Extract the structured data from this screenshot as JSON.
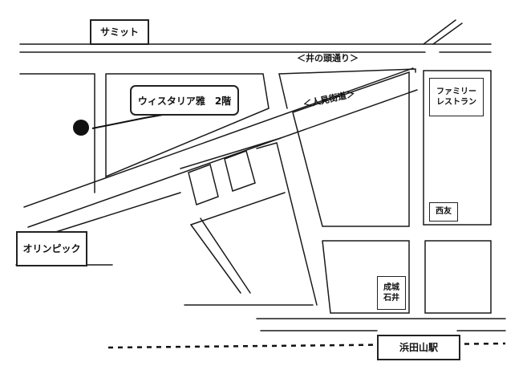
{
  "title": "",
  "roads": {
    "inokashira": "＜井の頭通り＞",
    "hitomi_kaido": "＜人見街道＞"
  },
  "landmarks": {
    "summit": "サミット",
    "olympic": "オリンピック",
    "family_restaurant_line1": "ファミリー",
    "family_restaurant_line2": "レストラン",
    "seiyu": "西友",
    "seijo_ishii_line1": "成城",
    "seijo_ishii_line2": "石井",
    "station": "浜田山駅"
  },
  "destination": {
    "label": "ウィスタリア雅　2階"
  }
}
